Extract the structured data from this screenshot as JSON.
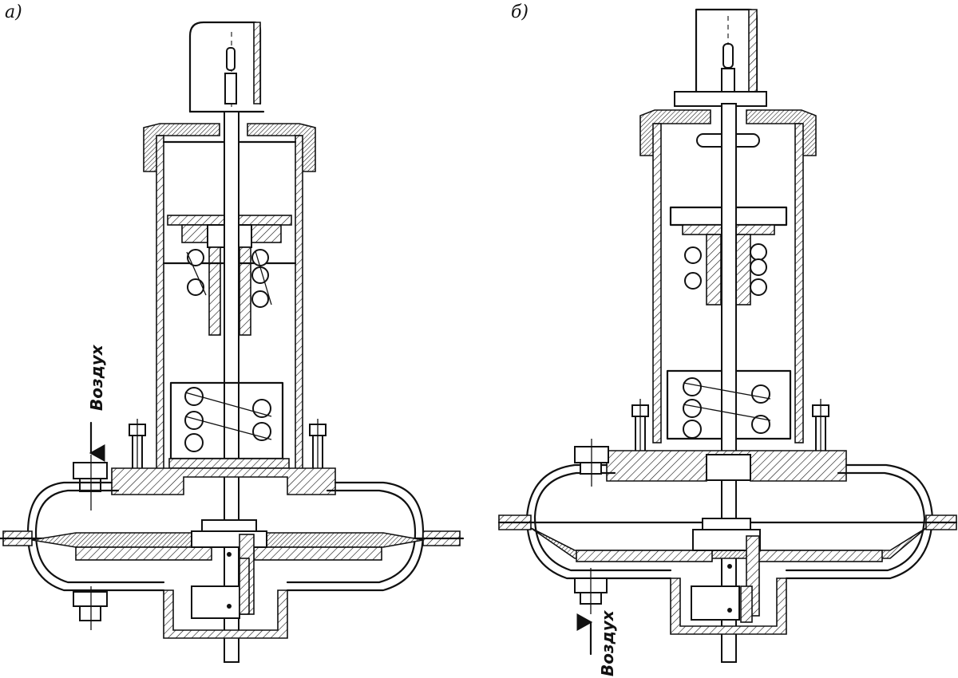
{
  "figure": {
    "panel_a_label": "а)",
    "panel_b_label": "б)",
    "air_label_a": "Воздух",
    "air_label_b": "Воздух"
  }
}
